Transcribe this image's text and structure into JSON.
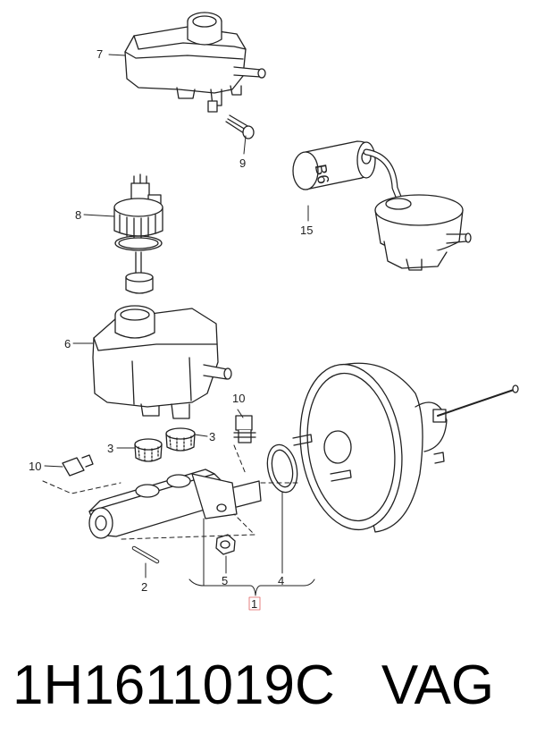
{
  "callouts": {
    "c1": "1",
    "c2": "2",
    "c3a": "3",
    "c3b": "3",
    "c4": "4",
    "c5": "5",
    "c6": "6",
    "c7": "7",
    "c8": "8",
    "c9": "9",
    "c10a": "10",
    "c10b": "10",
    "c15": "15"
  },
  "hose_marking": "B6",
  "caption": {
    "part_number": "1H1611019C",
    "brand": "VAG"
  },
  "colors": {
    "line": "#222222",
    "fill": "#ffffff",
    "shade": "#e8e8e8",
    "accent": "#e06060"
  }
}
